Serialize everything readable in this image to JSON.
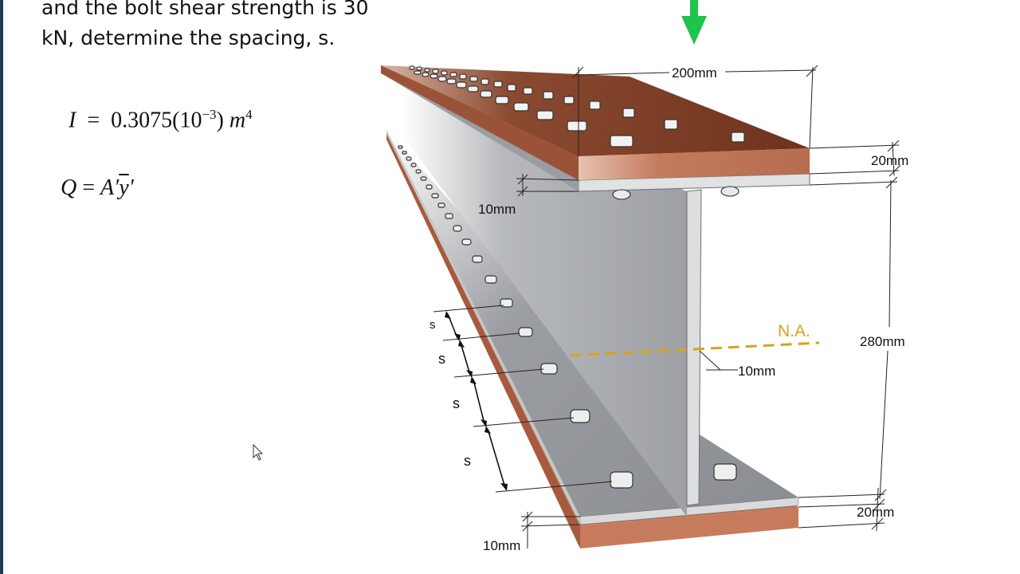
{
  "problem": {
    "line1": "and the bolt shear strength is 30",
    "line2": "kN, determine the spacing, s."
  },
  "equations": {
    "i_lhs": "I",
    "i_eq": "=",
    "i_value": "0.3075(10",
    "i_exp": "−3",
    "i_close": ")",
    "i_unit": "m",
    "i_unit_exp": "4",
    "q_lhs": "Q",
    "q_eq": "=",
    "q_a": "A′",
    "q_y": "y",
    "q_prime": "′"
  },
  "diagram": {
    "labels": {
      "flange_width": "200mm",
      "top_plate_thickness": "20mm",
      "top_flange_thickness": "10mm",
      "web_height": "280mm",
      "web_thickness": "10mm",
      "bottom_plate_thickness": "20mm",
      "bottom_flange_thickness": "10mm",
      "neutral_axis": "N.A.",
      "spacing": "s"
    },
    "colors": {
      "steel_light": "#c9cbce",
      "steel_dark": "#8f9296",
      "wood_top": "#7a3b24",
      "wood_side": "#c47a5c",
      "load_arrow": "#1fc44a",
      "neutral_axis": "#d9a21b"
    }
  }
}
